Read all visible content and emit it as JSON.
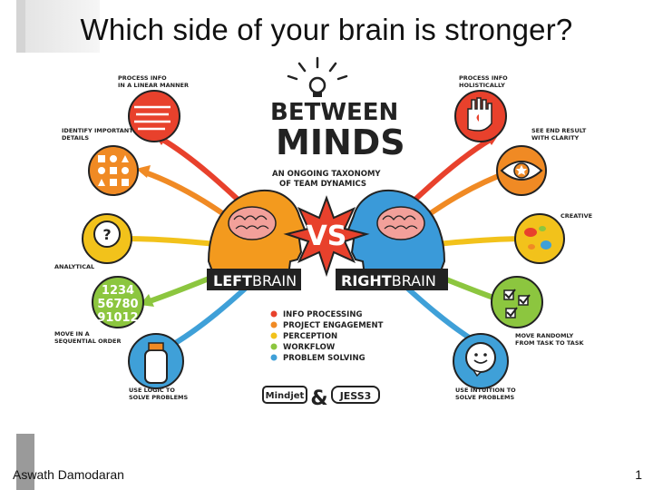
{
  "slide": {
    "title": "Which side of your brain is stronger?",
    "author": "Aswath Damodaran",
    "page_number": "1"
  },
  "infographic": {
    "heading_line1": "BETWEEN",
    "heading_line2": "MINDS",
    "subheading_line1": "AN ONGOING TAXONOMY",
    "subheading_line2": "OF TEAM DYNAMICS",
    "vs": "VS",
    "left_label_bold": "LEFT",
    "left_label_light": "BRAIN",
    "right_label_bold": "RIGHT",
    "right_label_light": "BRAIN",
    "left_traits": [
      {
        "line1": "PROCESS INFO",
        "line2": "IN A LINEAR MANNER",
        "color": "#e8412c"
      },
      {
        "line1": "IDENTIFY IMPORTANT",
        "line2": "DETAILS",
        "color": "#f08a24"
      },
      {
        "line1": "ANALYTICAL",
        "line2": "",
        "color": "#f2c21b"
      },
      {
        "line1": "MOVE IN A",
        "line2": "SEQUENTIAL ORDER",
        "color": "#8cc63f"
      },
      {
        "line1": "USE LOGIC TO",
        "line2": "SOLVE PROBLEMS",
        "color": "#3fa0d8"
      }
    ],
    "right_traits": [
      {
        "line1": "PROCESS INFO",
        "line2": "HOLISTICALLY",
        "color": "#e8412c"
      },
      {
        "line1": "SEE END RESULT",
        "line2": "WITH CLARITY",
        "color": "#f08a24"
      },
      {
        "line1": "CREATIVE",
        "line2": "",
        "color": "#f2c21b"
      },
      {
        "line1": "MOVE RANDOMLY",
        "line2": "FROM TASK TO TASK",
        "color": "#8cc63f"
      },
      {
        "line1": "USE INTUITION TO",
        "line2": "SOLVE PROBLEMS",
        "color": "#3fa0d8"
      }
    ],
    "legend": [
      {
        "label": "INFO PROCESSING",
        "color": "#e8412c"
      },
      {
        "label": "PROJECT ENGAGEMENT",
        "color": "#f08a24"
      },
      {
        "label": "PERCEPTION",
        "color": "#f2c21b"
      },
      {
        "label": "WORKFLOW",
        "color": "#8cc63f"
      },
      {
        "label": "PROBLEM SOLVING",
        "color": "#3fa0d8"
      }
    ],
    "number_grid": {
      "row1": "1234",
      "row2": "56780",
      "row3": "91012"
    },
    "logo_left": "Mindjet",
    "logo_amp": "&",
    "logo_right": "JESS3",
    "colors": {
      "left_head": "#f39a1e",
      "right_head": "#3a9ad9",
      "vs_burst": "#e8412c",
      "brain": "#f2a09a"
    }
  }
}
